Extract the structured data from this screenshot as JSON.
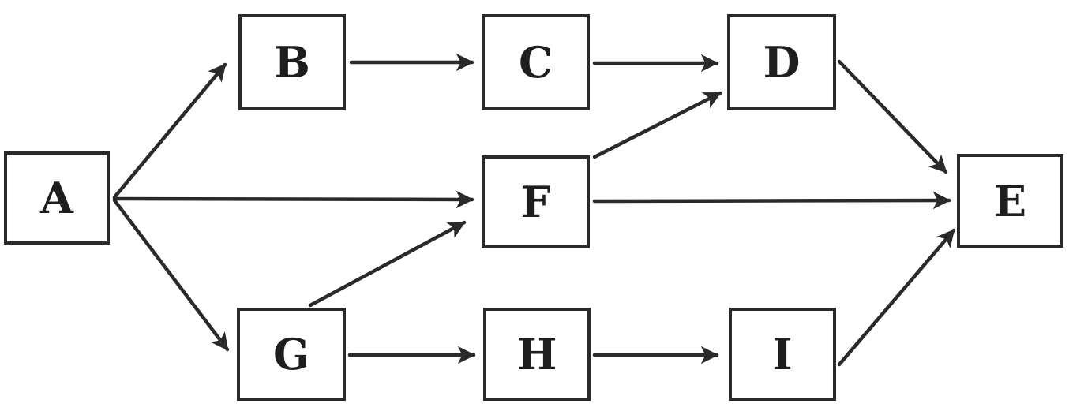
{
  "diagram": {
    "nodes": [
      {
        "id": "A",
        "label": "A"
      },
      {
        "id": "B",
        "label": "B"
      },
      {
        "id": "C",
        "label": "C"
      },
      {
        "id": "D",
        "label": "D"
      },
      {
        "id": "E",
        "label": "E"
      },
      {
        "id": "F",
        "label": "F"
      },
      {
        "id": "G",
        "label": "G"
      },
      {
        "id": "H",
        "label": "H"
      },
      {
        "id": "I",
        "label": "I"
      }
    ],
    "edges": [
      {
        "from": "A",
        "to": "B"
      },
      {
        "from": "A",
        "to": "F"
      },
      {
        "from": "A",
        "to": "G"
      },
      {
        "from": "B",
        "to": "C"
      },
      {
        "from": "C",
        "to": "D"
      },
      {
        "from": "F",
        "to": "D"
      },
      {
        "from": "F",
        "to": "E"
      },
      {
        "from": "D",
        "to": "E"
      },
      {
        "from": "G",
        "to": "F"
      },
      {
        "from": "G",
        "to": "H"
      },
      {
        "from": "H",
        "to": "I"
      },
      {
        "from": "I",
        "to": "E"
      }
    ],
    "colors": {
      "stroke": "#2a2a2a",
      "text": "#1e1e1e",
      "background": "#ffffff"
    }
  }
}
